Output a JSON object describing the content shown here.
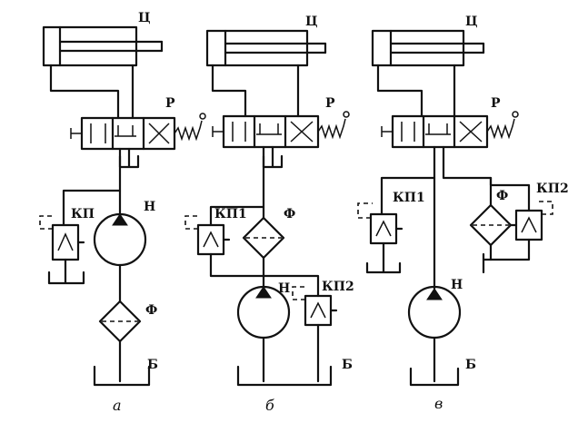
{
  "schemes": [
    {
      "caption": "а",
      "labels": {
        "cylinder": "Ц",
        "distributor": "Р",
        "relief_valve": "КП",
        "pump": "Н",
        "filter": "Ф",
        "tank": "Б"
      }
    },
    {
      "caption": "б",
      "labels": {
        "cylinder": "Ц",
        "distributor": "Р",
        "relief_valve_1": "КП1",
        "filter": "Ф",
        "pump": "Н",
        "relief_valve_2": "КП2",
        "tank": "Б"
      }
    },
    {
      "caption": "в",
      "labels": {
        "cylinder": "Ц",
        "distributor": "Р",
        "relief_valve_1": "КП1",
        "filter": "Ф",
        "relief_valve_2": "КП2",
        "pump": "Н",
        "tank": "Б"
      }
    }
  ]
}
